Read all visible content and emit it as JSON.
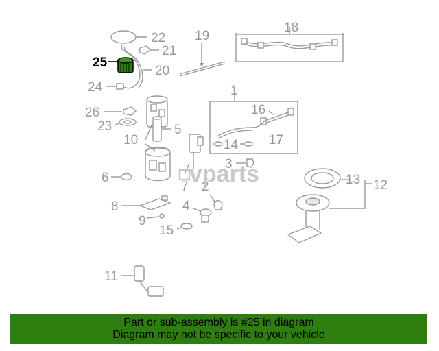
{
  "highlight_color": "#2e7d0f",
  "watermark": {
    "text": "vparts"
  },
  "callouts": {
    "c1": "1",
    "c2": "2",
    "c3": "3",
    "c4": "4",
    "c5": "5",
    "c6": "6",
    "c7": "7",
    "c8": "8",
    "c9": "9",
    "c10": "10",
    "c11": "11",
    "c12": "12",
    "c13": "13",
    "c14": "14",
    "c15": "15",
    "c16": "16",
    "c17": "17",
    "c18": "18",
    "c19": "19",
    "c20": "20",
    "c21": "21",
    "c22": "22",
    "c23": "23",
    "c24": "24",
    "c25": "25",
    "c26": "26"
  },
  "highlighted_part": "25",
  "banner": {
    "line1": "Part or sub-assembly is #25 in diagram",
    "line2": "Diagram may not be specific to your vehicle"
  }
}
